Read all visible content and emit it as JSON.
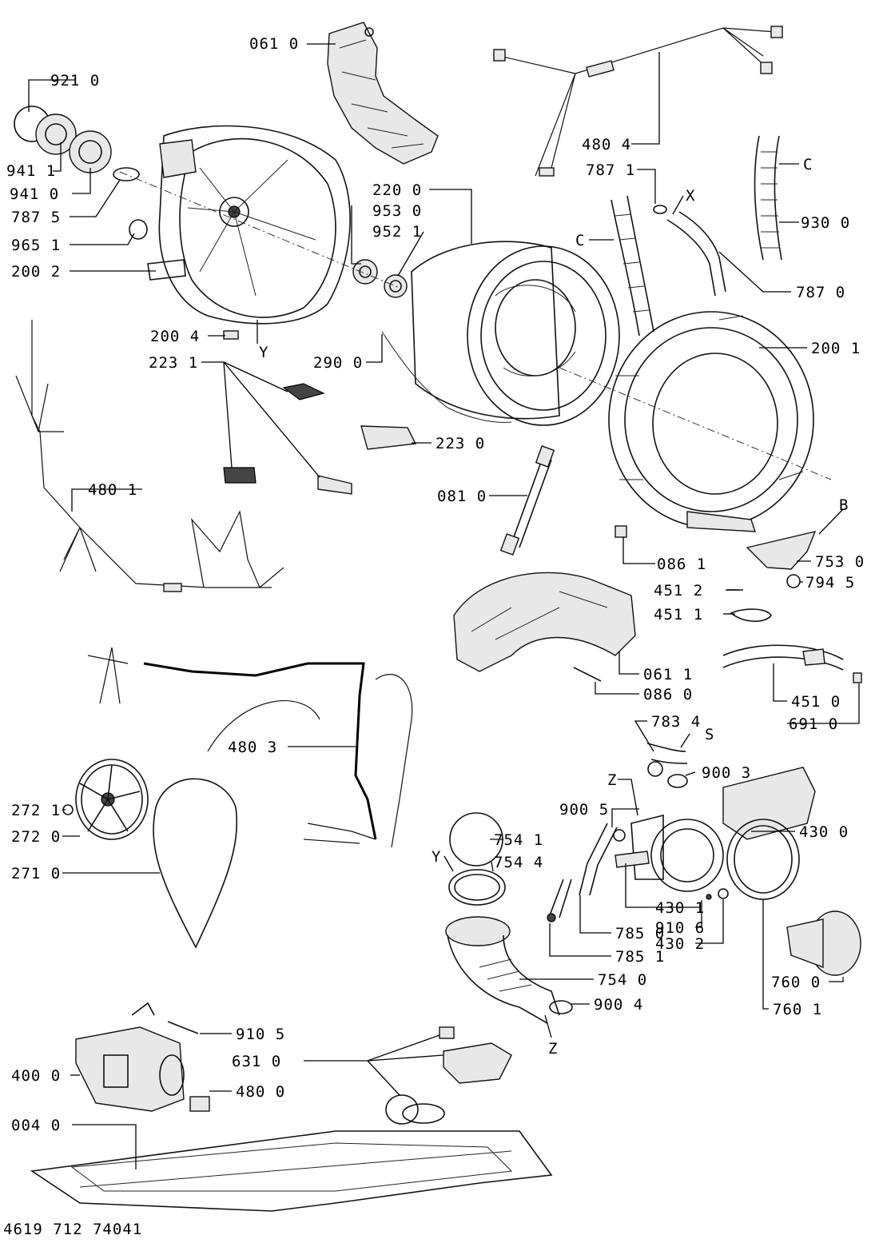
{
  "document_number": "4619 712 74041",
  "labels": {
    "p0610": "061 0",
    "p9210": "921 0",
    "p9411": "941 1",
    "p9410": "941 0",
    "p7875": "787 5",
    "p9651": "965 1",
    "p2002": "200 2",
    "y_top": "Y",
    "p2004": "200 4",
    "p2231": "223 1",
    "p2200": "220 0",
    "p9530": "953 0",
    "p9521": "952 1",
    "p2900": "290 0",
    "p2230": "223 0",
    "p4804": "480 4",
    "p7871": "787 1",
    "x_mark": "X",
    "c_left": "C",
    "c_right": "C",
    "p9300": "930 0",
    "p7870": "787 0",
    "p2001": "200 1",
    "p0810": "081 0",
    "b_mark": "B",
    "p0861": "086 1",
    "p7530": "753 0",
    "p4512": "451 2",
    "p7945": "794 5",
    "p4511": "451 1",
    "p0611": "061 1",
    "p0860": "086 0",
    "p4510": "451 0",
    "p6910": "691 0",
    "p4801": "480 1",
    "p4803": "480 3",
    "p7834": "783 4",
    "s_mark": "S",
    "p9003": "900 3",
    "z_top": "Z",
    "p9005": "900 5",
    "p4300": "430 0",
    "p2721": "272 1",
    "p2720": "272 0",
    "p7541": "754 1",
    "y_mid": "Y",
    "p7544": "754 4",
    "p2710": "271 0",
    "p4301": "430 1",
    "p9106": "910 6",
    "p4302": "430 2",
    "p7850": "785 0",
    "p7851": "785 1",
    "p7540": "754 0",
    "p9004": "900 4",
    "p7600": "760 0",
    "p7601": "760 1",
    "z_bottom": "Z",
    "p9105": "910 5",
    "p6310": "631 0",
    "p4000": "400 0",
    "p4800": "480 0",
    "p0040": "004 0"
  }
}
